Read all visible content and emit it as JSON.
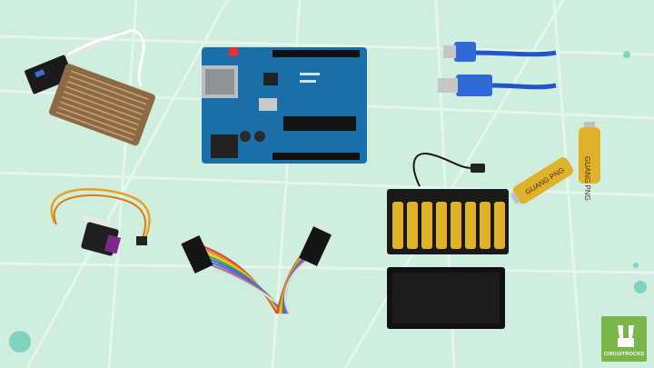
{
  "scene": {
    "background_color": "#cfeede",
    "grid_color": "#e6f6ef",
    "accent_color": "#7ab648",
    "board_color": "#1b6fa8"
  },
  "logo": {
    "text": "CIRCUITROCKS",
    "icon": "rock-hand-icon",
    "background_color": "#7ab648"
  },
  "items": [
    {
      "name": "rain-sensor-module"
    },
    {
      "name": "arduino-uno-board"
    },
    {
      "name": "usb-cable"
    },
    {
      "name": "aa-batteries"
    },
    {
      "name": "servo-motor"
    },
    {
      "name": "jumper-wires"
    },
    {
      "name": "battery-holder"
    }
  ],
  "battery_label": "GUANG PNG"
}
